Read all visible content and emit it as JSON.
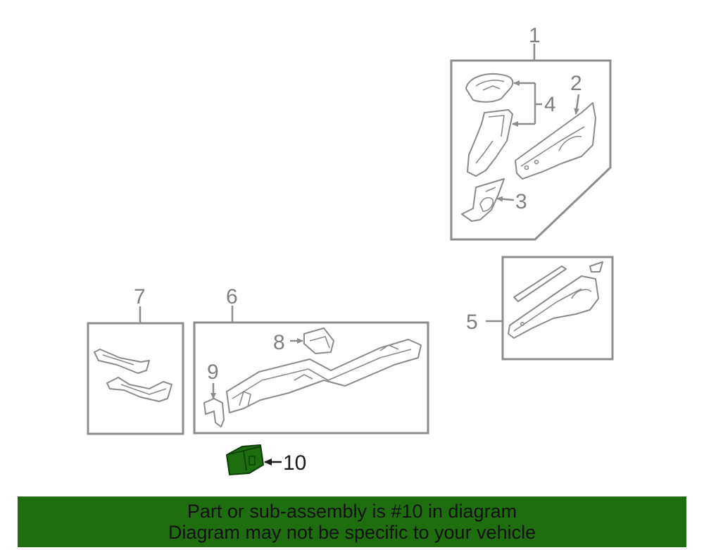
{
  "diagram": {
    "callouts": {
      "c1": "1",
      "c2": "2",
      "c3": "3",
      "c4": "4",
      "c5": "5",
      "c6": "6",
      "c7": "7",
      "c8": "8",
      "c9": "9",
      "c10": "10"
    },
    "highlight_color": "#1e6e10",
    "part_stroke_color": "#8a8a8a"
  },
  "banner": {
    "line1": "Part or sub-assembly is #10 in diagram",
    "line2": "Diagram may not be specific to your vehicle",
    "background": "#1e6e10"
  }
}
